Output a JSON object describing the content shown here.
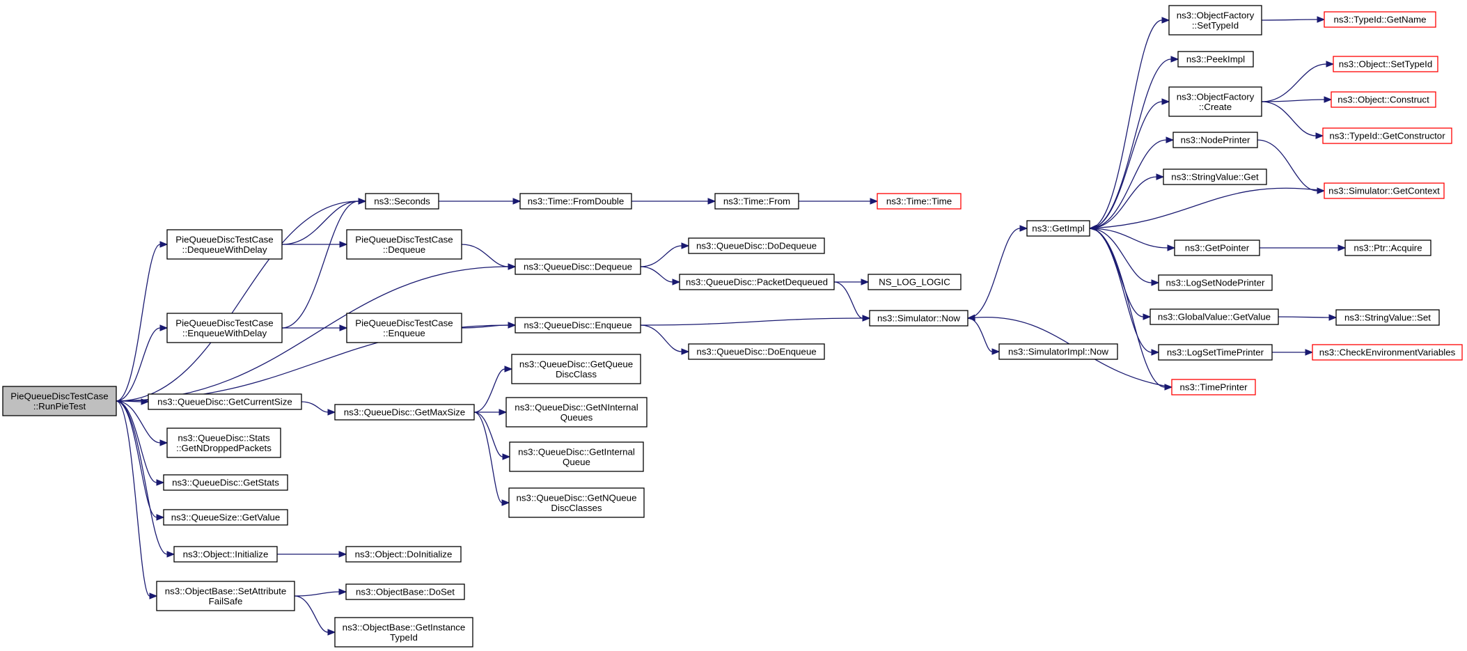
{
  "colors": {
    "edge": "#191970",
    "node_border": "#000000",
    "truncated_border": "#ff0000",
    "root_fill": "#bfbfbf"
  },
  "nodes": [
    {
      "id": "root",
      "lines": [
        "PieQueueDiscTestCase",
        "::RunPieTest"
      ],
      "style": "root"
    },
    {
      "id": "seconds",
      "lines": [
        "ns3::Seconds"
      ]
    },
    {
      "id": "fromdouble",
      "lines": [
        "ns3::Time::FromDouble"
      ]
    },
    {
      "id": "from",
      "lines": [
        "ns3::Time::From"
      ]
    },
    {
      "id": "time",
      "lines": [
        "ns3::Time::Time"
      ],
      "style": "trunc"
    },
    {
      "id": "dequeuewithdelay",
      "lines": [
        "PieQueueDiscTestCase",
        "::DequeueWithDelay"
      ]
    },
    {
      "id": "pqdequeue",
      "lines": [
        "PieQueueDiscTestCase",
        "::Dequeue"
      ]
    },
    {
      "id": "qddequeue",
      "lines": [
        "ns3::QueueDisc::Dequeue"
      ]
    },
    {
      "id": "dodequeue",
      "lines": [
        "ns3::QueueDisc::DoDequeue"
      ]
    },
    {
      "id": "packetdequeued",
      "lines": [
        "ns3::QueueDisc::PacketDequeued"
      ]
    },
    {
      "id": "nslog",
      "lines": [
        "NS_LOG_LOGIC"
      ]
    },
    {
      "id": "enqueuewithdelay",
      "lines": [
        "PieQueueDiscTestCase",
        "::EnqueueWithDelay"
      ]
    },
    {
      "id": "pqenqueue",
      "lines": [
        "PieQueueDiscTestCase",
        "::Enqueue"
      ]
    },
    {
      "id": "qdenqueue",
      "lines": [
        "ns3::QueueDisc::Enqueue"
      ]
    },
    {
      "id": "doenqueue",
      "lines": [
        "ns3::QueueDisc::DoEnqueue"
      ]
    },
    {
      "id": "simnow",
      "lines": [
        "ns3::Simulator::Now"
      ]
    },
    {
      "id": "simimplnow",
      "lines": [
        "ns3::SimulatorImpl::Now"
      ]
    },
    {
      "id": "getimpl",
      "lines": [
        "ns3::GetImpl"
      ]
    },
    {
      "id": "getcurrentsize",
      "lines": [
        "ns3::QueueDisc::GetCurrentSize"
      ]
    },
    {
      "id": "getmaxsize",
      "lines": [
        "ns3::QueueDisc::GetMaxSize"
      ]
    },
    {
      "id": "getqueuediscclass",
      "lines": [
        "ns3::QueueDisc::GetQueue",
        "DiscClass"
      ]
    },
    {
      "id": "getninternal",
      "lines": [
        "ns3::QueueDisc::GetNInternal",
        "Queues"
      ]
    },
    {
      "id": "getinternal",
      "lines": [
        "ns3::QueueDisc::GetInternal",
        "Queue"
      ]
    },
    {
      "id": "getnqueuedisc",
      "lines": [
        "ns3::QueueDisc::GetNQueue",
        "DiscClasses"
      ]
    },
    {
      "id": "statsgetndropped",
      "lines": [
        "ns3::QueueDisc::Stats",
        "::GetNDroppedPackets"
      ]
    },
    {
      "id": "getstats",
      "lines": [
        "ns3::QueueDisc::GetStats"
      ]
    },
    {
      "id": "qsgetvalue",
      "lines": [
        "ns3::QueueSize::GetValue"
      ]
    },
    {
      "id": "objinitialize",
      "lines": [
        "ns3::Object::Initialize"
      ]
    },
    {
      "id": "objdoinitialize",
      "lines": [
        "ns3::Object::DoInitialize"
      ]
    },
    {
      "id": "setattrfailsafe",
      "lines": [
        "ns3::ObjectBase::SetAttribute",
        "FailSafe"
      ]
    },
    {
      "id": "doset",
      "lines": [
        "ns3::ObjectBase::DoSet"
      ]
    },
    {
      "id": "getinstancetypeid",
      "lines": [
        "ns3::ObjectBase::GetInstance",
        "TypeId"
      ]
    },
    {
      "id": "ofsettypeid",
      "lines": [
        "ns3::ObjectFactory",
        "::SetTypeId"
      ]
    },
    {
      "id": "typeidgetname",
      "lines": [
        "ns3::TypeId::GetName"
      ],
      "style": "trunc"
    },
    {
      "id": "peekimpl",
      "lines": [
        "ns3::PeekImpl"
      ]
    },
    {
      "id": "ofcreate",
      "lines": [
        "ns3::ObjectFactory",
        "::Create"
      ]
    },
    {
      "id": "objsettypeid",
      "lines": [
        "ns3::Object::SetTypeId"
      ],
      "style": "trunc"
    },
    {
      "id": "objconstruct",
      "lines": [
        "ns3::Object::Construct"
      ],
      "style": "trunc"
    },
    {
      "id": "getconstructor",
      "lines": [
        "ns3::TypeId::GetConstructor"
      ],
      "style": "trunc"
    },
    {
      "id": "nodeprinter",
      "lines": [
        "ns3::NodePrinter"
      ]
    },
    {
      "id": "svget",
      "lines": [
        "ns3::StringValue::Get"
      ]
    },
    {
      "id": "simgetcontext",
      "lines": [
        "ns3::Simulator::GetContext"
      ],
      "style": "trunc"
    },
    {
      "id": "getpointer",
      "lines": [
        "ns3::GetPointer"
      ]
    },
    {
      "id": "ptracquire",
      "lines": [
        "ns3::Ptr::Acquire"
      ]
    },
    {
      "id": "logsetnodeprinter",
      "lines": [
        "ns3::LogSetNodePrinter"
      ]
    },
    {
      "id": "gvgetvalue",
      "lines": [
        "ns3::GlobalValue::GetValue"
      ]
    },
    {
      "id": "svset",
      "lines": [
        "ns3::StringValue::Set"
      ]
    },
    {
      "id": "logsettimeprinter",
      "lines": [
        "ns3::LogSetTimePrinter"
      ]
    },
    {
      "id": "checkenv",
      "lines": [
        "ns3::CheckEnvironmentVariables"
      ],
      "style": "trunc"
    },
    {
      "id": "timeprinter",
      "lines": [
        "ns3::TimePrinter"
      ],
      "style": "trunc"
    }
  ],
  "edges": [
    [
      "root",
      "seconds"
    ],
    [
      "root",
      "dequeuewithdelay"
    ],
    [
      "root",
      "qddequeue"
    ],
    [
      "root",
      "enqueuewithdelay"
    ],
    [
      "root",
      "qdenqueue"
    ],
    [
      "root",
      "getcurrentsize"
    ],
    [
      "root",
      "statsgetndropped"
    ],
    [
      "root",
      "getstats"
    ],
    [
      "root",
      "qsgetvalue"
    ],
    [
      "root",
      "objinitialize"
    ],
    [
      "root",
      "setattrfailsafe"
    ],
    [
      "seconds",
      "fromdouble"
    ],
    [
      "fromdouble",
      "from"
    ],
    [
      "from",
      "time"
    ],
    [
      "dequeuewithdelay",
      "seconds"
    ],
    [
      "dequeuewithdelay",
      "pqdequeue"
    ],
    [
      "pqdequeue",
      "qddequeue"
    ],
    [
      "qddequeue",
      "dodequeue"
    ],
    [
      "qddequeue",
      "packetdequeued"
    ],
    [
      "packetdequeued",
      "nslog"
    ],
    [
      "packetdequeued",
      "simnow"
    ],
    [
      "enqueuewithdelay",
      "seconds"
    ],
    [
      "enqueuewithdelay",
      "pqenqueue"
    ],
    [
      "pqenqueue",
      "qdenqueue"
    ],
    [
      "qdenqueue",
      "simnow"
    ],
    [
      "qdenqueue",
      "doenqueue"
    ],
    [
      "simnow",
      "getimpl"
    ],
    [
      "simnow",
      "simimplnow"
    ],
    [
      "getcurrentsize",
      "getmaxsize"
    ],
    [
      "getmaxsize",
      "getqueuediscclass"
    ],
    [
      "getmaxsize",
      "getninternal"
    ],
    [
      "getmaxsize",
      "getinternal"
    ],
    [
      "getmaxsize",
      "getnqueuedisc"
    ],
    [
      "objinitialize",
      "objdoinitialize"
    ],
    [
      "setattrfailsafe",
      "doset"
    ],
    [
      "setattrfailsafe",
      "getinstancetypeid"
    ],
    [
      "getimpl",
      "ofsettypeid"
    ],
    [
      "getimpl",
      "peekimpl"
    ],
    [
      "getimpl",
      "ofcreate"
    ],
    [
      "getimpl",
      "nodeprinter"
    ],
    [
      "getimpl",
      "svget"
    ],
    [
      "getimpl",
      "getpointer"
    ],
    [
      "getimpl",
      "logsetnodeprinter"
    ],
    [
      "getimpl",
      "gvgetvalue"
    ],
    [
      "getimpl",
      "logsettimeprinter"
    ],
    [
      "getimpl",
      "timeprinter"
    ],
    [
      "ofsettypeid",
      "typeidgetname"
    ],
    [
      "ofcreate",
      "objsettypeid"
    ],
    [
      "ofcreate",
      "objconstruct"
    ],
    [
      "ofcreate",
      "getconstructor"
    ],
    [
      "nodeprinter",
      "simgetcontext"
    ],
    [
      "simgetcontext",
      "getimpl"
    ],
    [
      "getpointer",
      "ptracquire"
    ],
    [
      "gvgetvalue",
      "svset"
    ],
    [
      "logsettimeprinter",
      "checkenv"
    ],
    [
      "timeprinter",
      "simnow"
    ]
  ]
}
